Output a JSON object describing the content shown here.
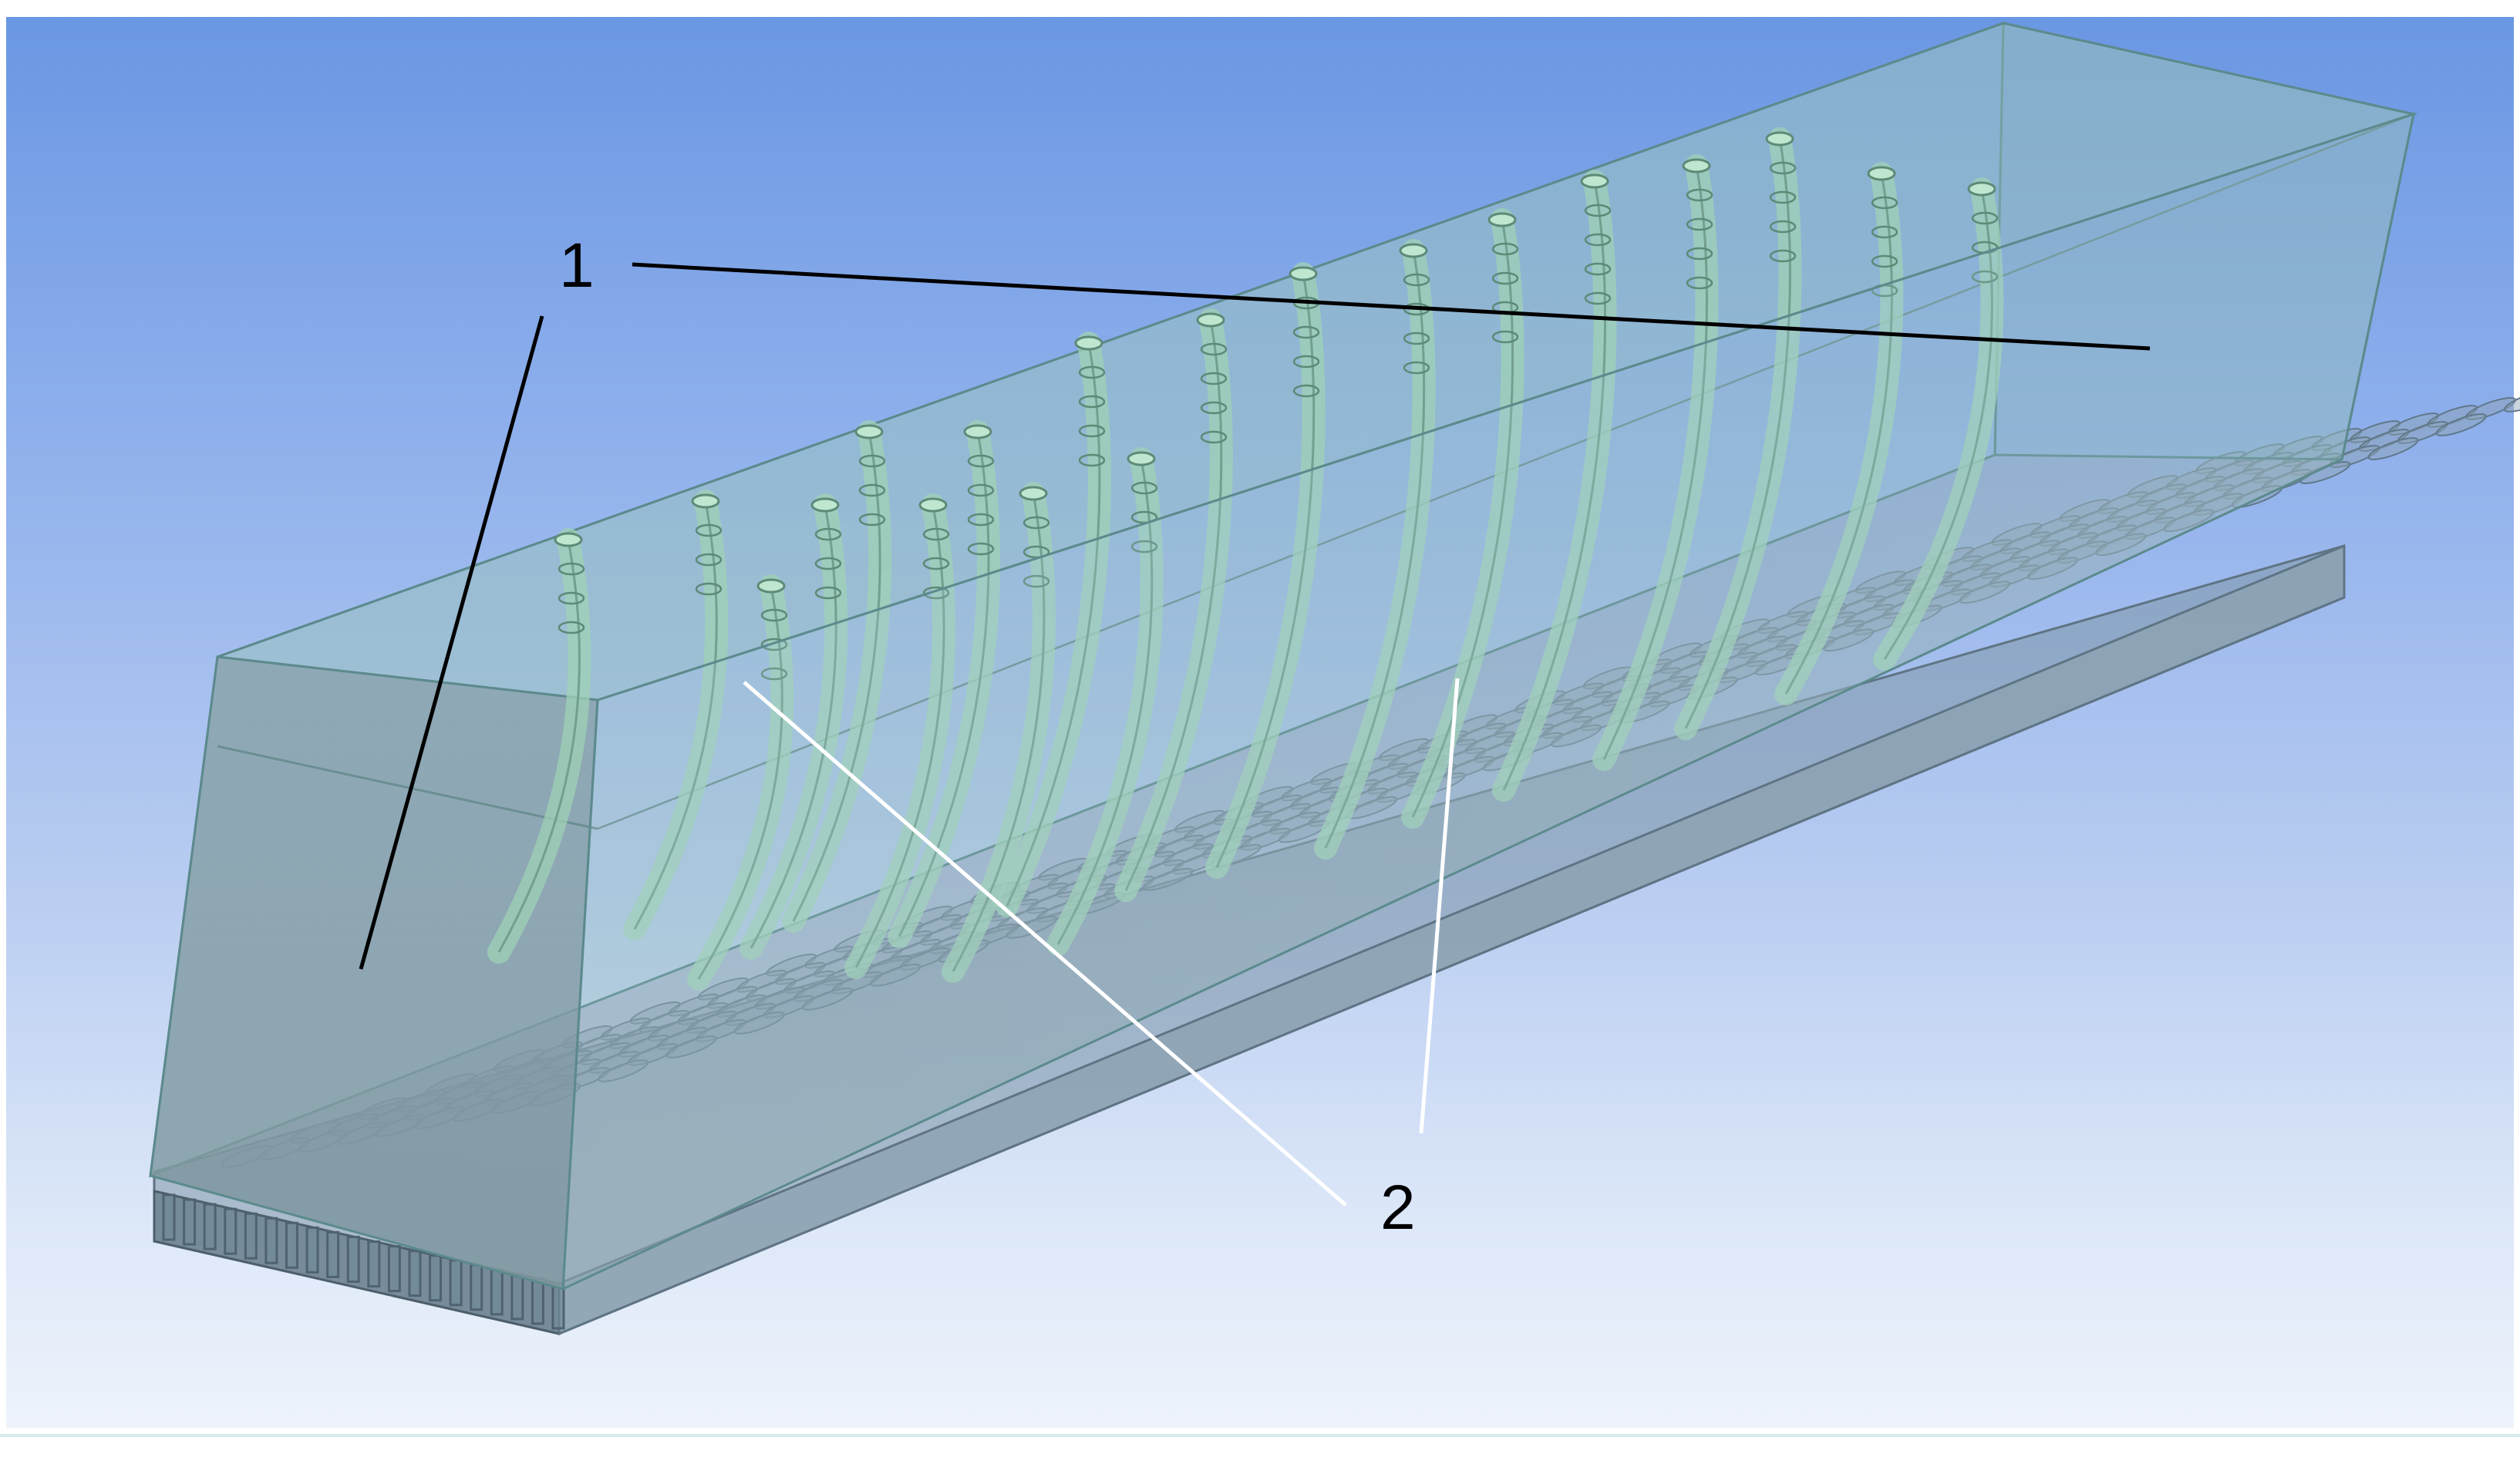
{
  "figure": {
    "type": "3d-cad-viewport",
    "background_top": "#6a97e3",
    "background_bottom": "#eef3fb",
    "colors": {
      "enclosure": "#8fb2b6",
      "pipe": "#a8d9bd",
      "mesh_line": "#6f9a8a",
      "fins": "#7d95a5",
      "leader_dark": "#000000",
      "leader_light": "#ffffff"
    }
  },
  "callouts": {
    "label_1": "1",
    "label_2": "2"
  }
}
